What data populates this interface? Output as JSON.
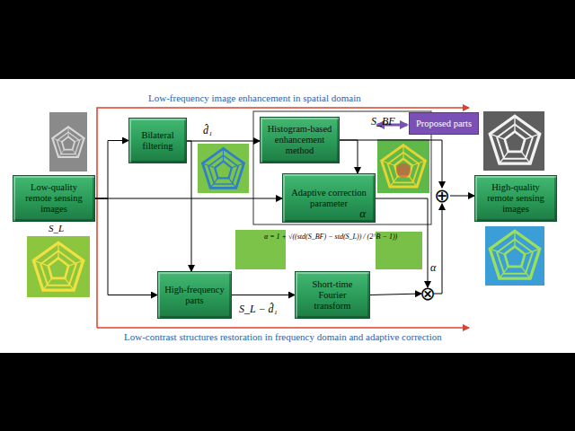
{
  "diagram": {
    "nodes": [
      {
        "text": [
          "Low-quality remote sensing images"
        ]
      },
      {
        "text": [
          "Bilateral filtering"
        ]
      },
      {
        "text": [
          "Histogram-based enhancement method"
        ]
      },
      {
        "text": [
          "Adaptive correction parameter",
          "α"
        ]
      },
      {
        "text": [
          "Proposed parts"
        ]
      },
      {
        "text": [
          "High-frequency parts"
        ]
      },
      {
        "text": [
          "Short-time Fourier transform"
        ]
      },
      {
        "text": [
          "⊕"
        ]
      },
      {
        "text": [
          "High-quality remote sensing images"
        ]
      },
      {
        "text": [
          "⊗"
        ]
      }
    ],
    "edges": [
      {
        "from": 0,
        "to": 1,
        "arrow": "to"
      },
      {
        "from": 0,
        "to": 5,
        "arrow": "to"
      },
      {
        "from": 0,
        "to": 3,
        "arrow": "to"
      },
      {
        "from": 1,
        "to": 2,
        "label": "d̂₁",
        "arrow": "to"
      },
      {
        "from": 1,
        "to": 5,
        "arrow": "to"
      },
      {
        "from": 2,
        "to": 3,
        "arrow": "to"
      },
      {
        "from": 2,
        "to": 7,
        "label": "S_BF",
        "arrow": "to"
      },
      {
        "from": 3,
        "to": 9,
        "label": "α",
        "arrow": "to"
      },
      {
        "from": 5,
        "to": 6,
        "label": "S_L − d̂₁",
        "arrow": "to"
      },
      {
        "from": 6,
        "to": 9,
        "arrow": "to"
      },
      {
        "from": 9,
        "to": 7,
        "arrow": "to"
      },
      {
        "from": 7,
        "to": 8,
        "arrow": "to"
      }
    ],
    "labels": [
      "Low-frequency image enhancement in spatial domain",
      "Low-contrast structures restoration in frequency domain and adaptive correction",
      "S_L",
      "α = 1 + √((std(S_BF) − std(S_L)) / (2^B − 1))"
    ]
  }
}
